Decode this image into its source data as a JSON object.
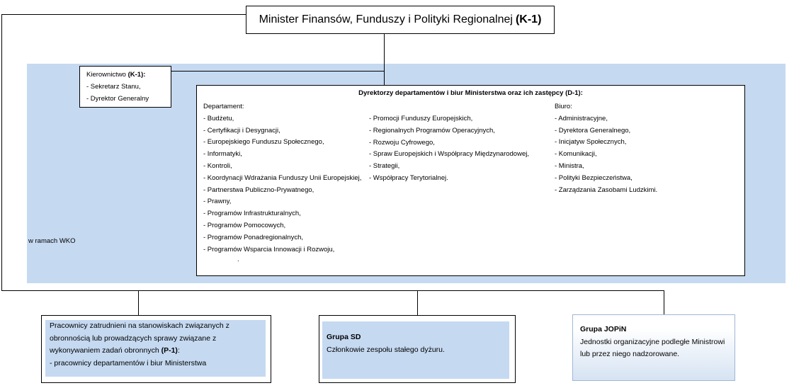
{
  "top": {
    "title": "Minister Finansów, Funduszy i Polityki Regionalnej",
    "code": "(K-1)"
  },
  "kierownictwo": {
    "heading": "Kierownictwo ",
    "code": "(K-1):",
    "items": [
      "- Sekretarz Stanu,",
      "- Dyrektor Generalny"
    ]
  },
  "wko_label": "w ramach WKO",
  "dyrektorzy": {
    "title": "Dyrektorzy departamentów i biur Ministerstwa oraz ich zastępcy (D-1):",
    "col1": {
      "heading": "Departament:",
      "items": [
        "- Budżetu,",
        "- Certyfikacji i Desygnacji,",
        "- Europejskiego Funduszu Społecznego,",
        "- Informatyki,",
        "- Kontroli,",
        "- Koordynacji Wdrażania Funduszy Unii Europejskiej,",
        "- Partnerstwa Publiczno-Prywatnego,",
        "- Prawny,",
        "- Programów Infrastrukturalnych,",
        "- Programów Pomocowych,",
        "- Programów Ponadregionalnych,",
        "- Programów Wsparcia Innowacji i Rozwoju,",
        "."
      ]
    },
    "col2": {
      "items": [
        "- Promocji Funduszy Europejskich,",
        "- Regionalnych Programów Operacyjnych,",
        "- Rozwoju Cyfrowego,",
        "- Spraw Europejskich i Współpracy Międzynarodowej,",
        "- Strategii,",
        "- Współpracy Terytorialnej."
      ]
    },
    "col3": {
      "heading": "Biuro:",
      "items": [
        "- Administracyjne,",
        "- Dyrektora Generalnego,",
        "- Inicjatyw Społecznych,",
        "- Komunikacji,",
        "- Ministra,",
        "- Polityki Bezpieczeństwa,",
        "- Zarządzania Zasobami Ludzkimi."
      ]
    }
  },
  "p1": {
    "line1": "Pracownicy zatrudnieni na stanowiskach związanych z",
    "line2": "obronnością lub prowadzących sprawy związane z",
    "line3": "wykonywaniem zadań obronnych ",
    "code": "(P-1)",
    "colon": ":",
    "line4": "- pracownicy departamentów i biur Ministerstwa"
  },
  "sd": {
    "title": "Grupa SD",
    "desc": "Członkowie zespołu stałego dyżuru."
  },
  "jopin": {
    "title": "Grupa JOPiN",
    "line1": "Jednostki organizacyjne podległe Ministrowi",
    "line2": "lub przez niego nadzorowane."
  }
}
